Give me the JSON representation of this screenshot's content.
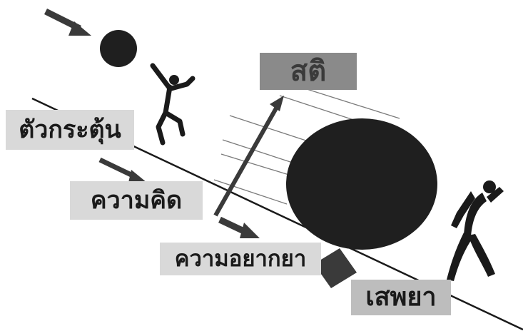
{
  "labels": {
    "sati": "สติ",
    "stimulus": "ตัวกระตุ้น",
    "thought": "ความคิด",
    "craving": "ความอยากยา",
    "drug": "เสพยา"
  },
  "colors": {
    "ink": "#1a1a1a",
    "boulder": "#1f1f1f",
    "arrow": "#3a3a3a",
    "sati_bg": "#8a8a8a",
    "label_bg": "#d9d9d9",
    "drug_bg": "#bdbdbd"
  },
  "icons": [
    "small-ball-icon",
    "running-figure-icon",
    "large-boulder-icon",
    "pushing-figure-icon",
    "small-block-icon"
  ]
}
